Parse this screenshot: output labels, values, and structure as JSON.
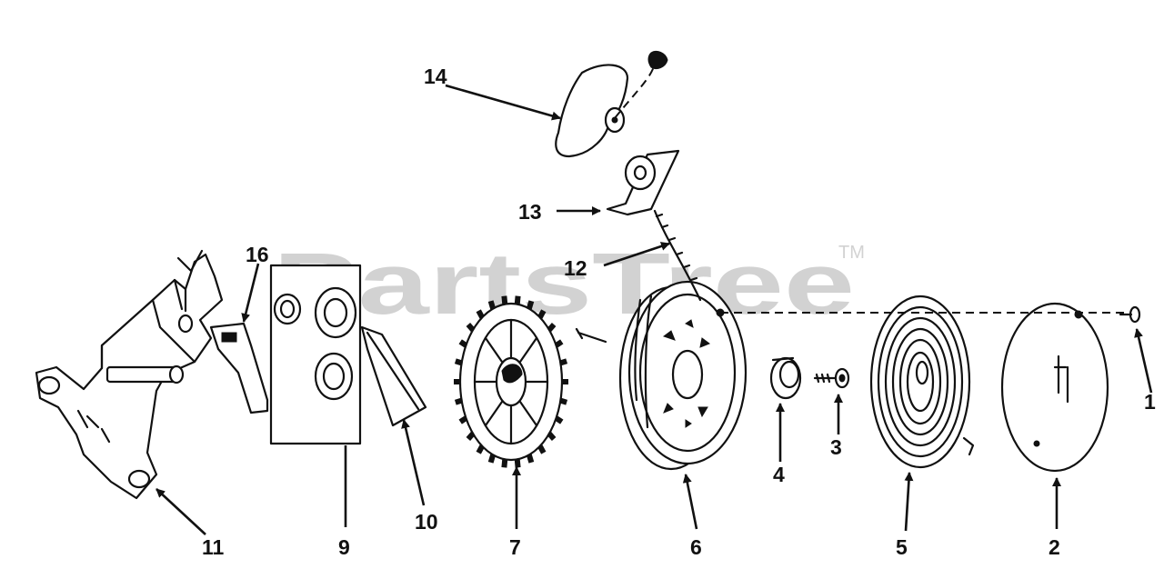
{
  "watermark": {
    "text": "PartsTree",
    "trademark": "TM"
  },
  "callouts": [
    {
      "id": "1",
      "label": "1"
    },
    {
      "id": "2",
      "label": "2"
    },
    {
      "id": "3",
      "label": "3"
    },
    {
      "id": "4",
      "label": "4"
    },
    {
      "id": "5",
      "label": "5"
    },
    {
      "id": "6",
      "label": "6"
    },
    {
      "id": "7",
      "label": "7"
    },
    {
      "id": "9",
      "label": "9"
    },
    {
      "id": "10",
      "label": "10"
    },
    {
      "id": "11",
      "label": "11"
    },
    {
      "id": "12",
      "label": "12"
    },
    {
      "id": "13",
      "label": "13"
    },
    {
      "id": "14",
      "label": "14"
    },
    {
      "id": "16",
      "label": "16"
    }
  ]
}
